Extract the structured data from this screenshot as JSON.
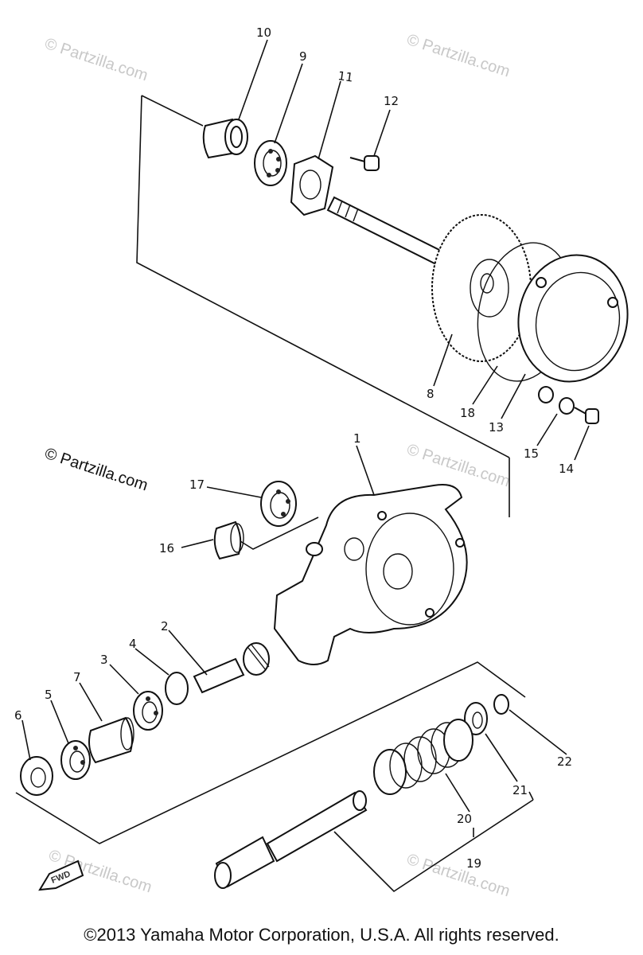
{
  "callouts": [
    "10",
    "9",
    "11",
    "12",
    "8",
    "18",
    "13",
    "15",
    "14",
    "1",
    "17",
    "16",
    "2",
    "4",
    "3",
    "7",
    "5",
    "6",
    "22",
    "21",
    "20",
    "19"
  ],
  "watermarks": {
    "site": "© Partzilla.com",
    "site_prominent": "© Partzilla.com"
  },
  "fwd_label": "FWD",
  "copyright": "©2013 Yamaha Motor Corporation, U.S.A. All rights reserved."
}
